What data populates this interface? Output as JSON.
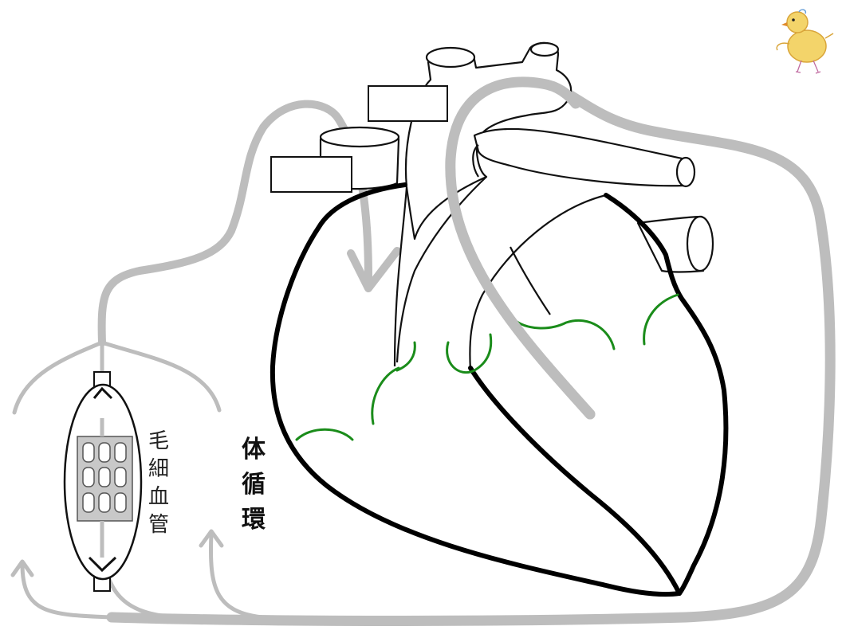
{
  "diagram": {
    "capillary_label_chars": [
      "毛",
      "細",
      "血",
      "管"
    ],
    "systemic_label_chars": [
      "体",
      "循",
      "環"
    ],
    "blank_label_boxes": 2,
    "decoration": "chick-doodle",
    "colors": {
      "heart_outline": "#000000",
      "vessel_outline": "#111111",
      "flow_arrow": "#bdbdbd",
      "coronary": "#1a8c1a",
      "capillary_bed": "#c8c8c8",
      "label_text": "#222222"
    }
  }
}
